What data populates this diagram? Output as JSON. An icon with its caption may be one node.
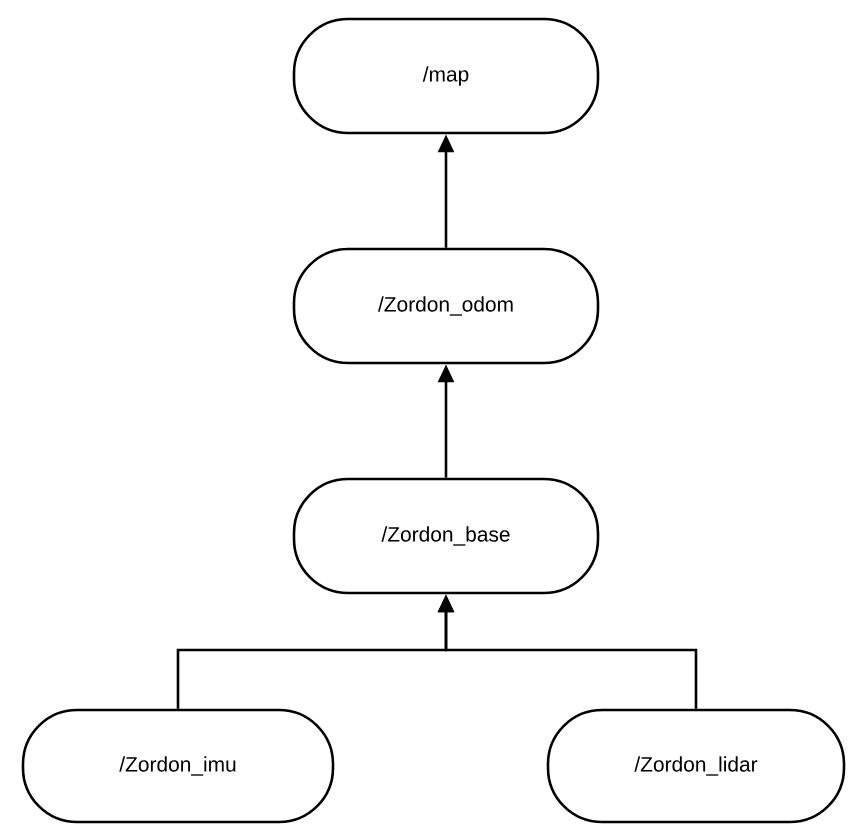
{
  "diagram": {
    "nodes": [
      {
        "text": [
          "/map"
        ]
      },
      {
        "text": [
          "/Zordon_odom"
        ]
      },
      {
        "text": [
          "/Zordon_base"
        ]
      },
      {
        "text": [
          "/Zordon_imu"
        ]
      },
      {
        "text": [
          "/Zordon_lidar"
        ]
      }
    ],
    "edges": [
      {
        "from": 1,
        "to": 0,
        "arrow": "to"
      },
      {
        "from": 2,
        "to": 1,
        "arrow": "to"
      },
      {
        "from": 3,
        "to": 2,
        "arrow": "to"
      },
      {
        "from": 4,
        "to": 2,
        "arrow": "to"
      }
    ]
  }
}
